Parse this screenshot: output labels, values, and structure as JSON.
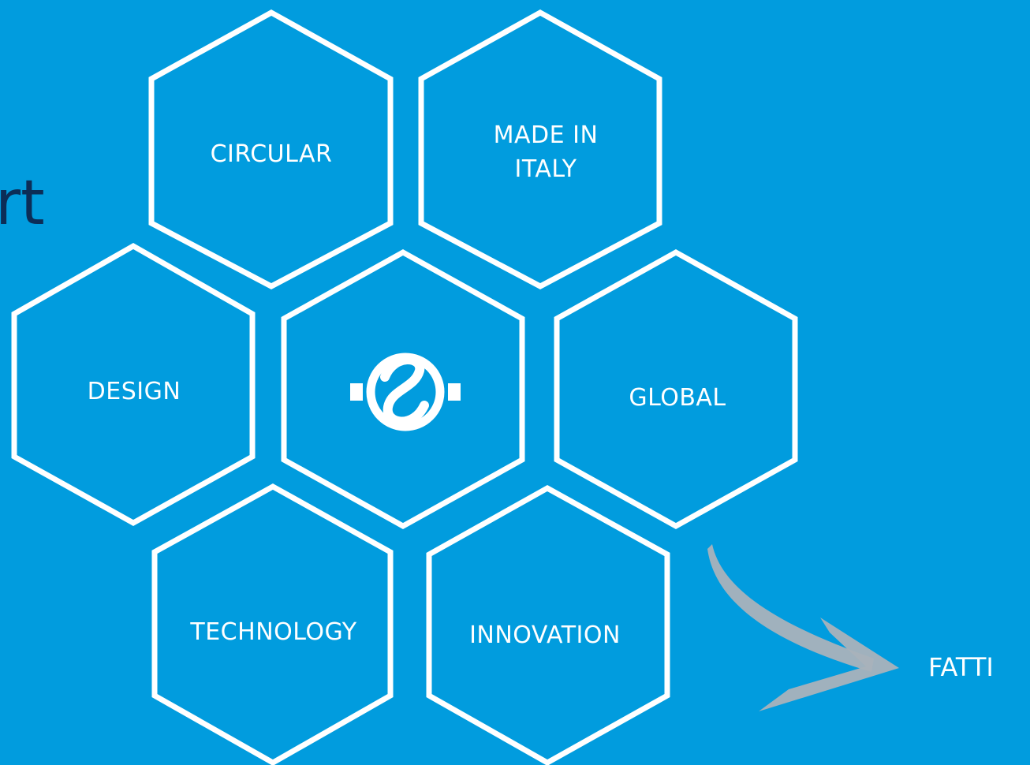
{
  "background_color": "#019CDE",
  "heading_fragment": "rt",
  "footer_text": "FATTI",
  "hexagons": [
    {
      "id": "circular",
      "lines": [
        "CIRCULAR"
      ]
    },
    {
      "id": "made-in-italy",
      "lines": [
        "MADE IN",
        "ITALY"
      ]
    },
    {
      "id": "design",
      "lines": [
        "DESIGN"
      ]
    },
    {
      "id": "logo",
      "lines": [],
      "icon": "brand-logo-icon"
    },
    {
      "id": "global",
      "lines": [
        "GLOBAL"
      ]
    },
    {
      "id": "technology",
      "lines": [
        "TECHNOLOGY"
      ]
    },
    {
      "id": "innovation",
      "lines": [
        "INNOVATION"
      ]
    }
  ],
  "arrow_icon": "curved-arrow-icon"
}
